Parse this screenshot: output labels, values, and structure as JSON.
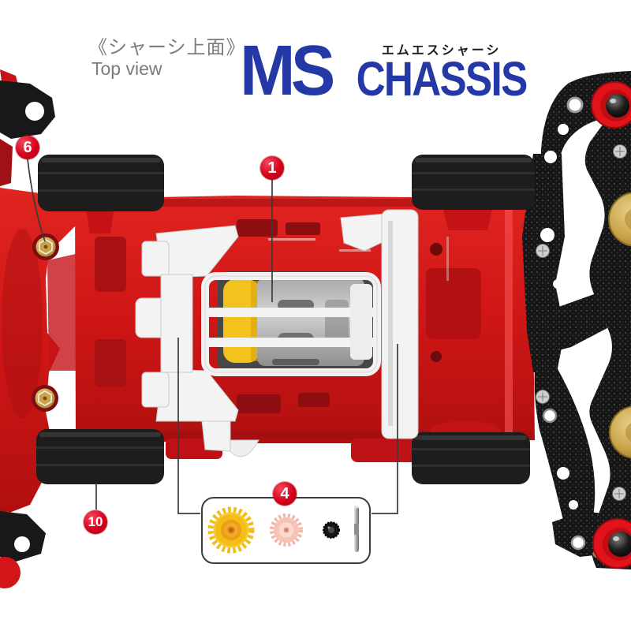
{
  "header": {
    "title_jp": "《シャーシ上面》",
    "title_en": "Top view",
    "logo": {
      "main": "MS",
      "ruby": "エムエスシャーシ",
      "sub": "CHASSIS"
    }
  },
  "callouts": {
    "motor": {
      "label": "1"
    },
    "gear_set": {
      "label": "4"
    },
    "front_screw": {
      "label": "6"
    },
    "front_tire": {
      "label": "10"
    }
  },
  "inset_parts": [
    "counter-gear-yellow",
    "spur-gear-pink",
    "pinion-gear-black",
    "gear-shaft"
  ],
  "colors": {
    "logo_blue": "#2438a6",
    "callout_red": "#d50019",
    "chassis_red": "#cf1615",
    "header_gray": "#7c7c7c",
    "carbon_black": "#161616",
    "brass_gold": "#c9a348"
  }
}
